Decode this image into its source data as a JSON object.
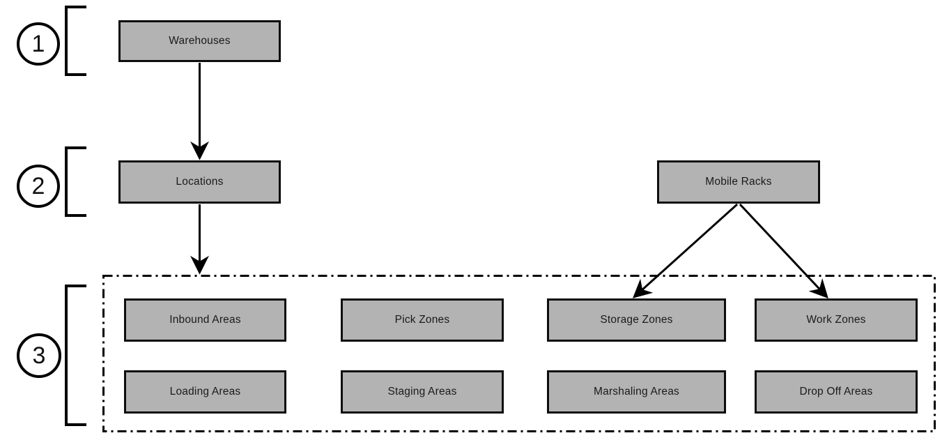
{
  "diagram": {
    "type": "hierarchy",
    "background_color": "#ffffff",
    "box_fill_color": "#b3b3b3",
    "box_border_color": "#0d0d0d",
    "line_color": "#000000",
    "group_border_style": "dash-dot"
  },
  "levels": [
    {
      "number": "1",
      "boxes": [
        "Warehouses"
      ]
    },
    {
      "number": "2",
      "boxes": [
        "Locations",
        "Mobile Racks"
      ]
    },
    {
      "number": "3",
      "boxes": [
        "Inbound Areas",
        "Pick Zones",
        "Storage Zones",
        "Work Zones",
        "Loading Areas",
        "Staging Areas",
        "Marshaling Areas",
        "Drop Off Areas"
      ]
    }
  ],
  "connections": [
    {
      "from": "Warehouses",
      "to": "Locations"
    },
    {
      "from": "Locations",
      "to": "Level 3 group"
    },
    {
      "from": "Mobile Racks",
      "to": "Storage Zones"
    },
    {
      "from": "Mobile Racks",
      "to": "Work Zones"
    }
  ]
}
